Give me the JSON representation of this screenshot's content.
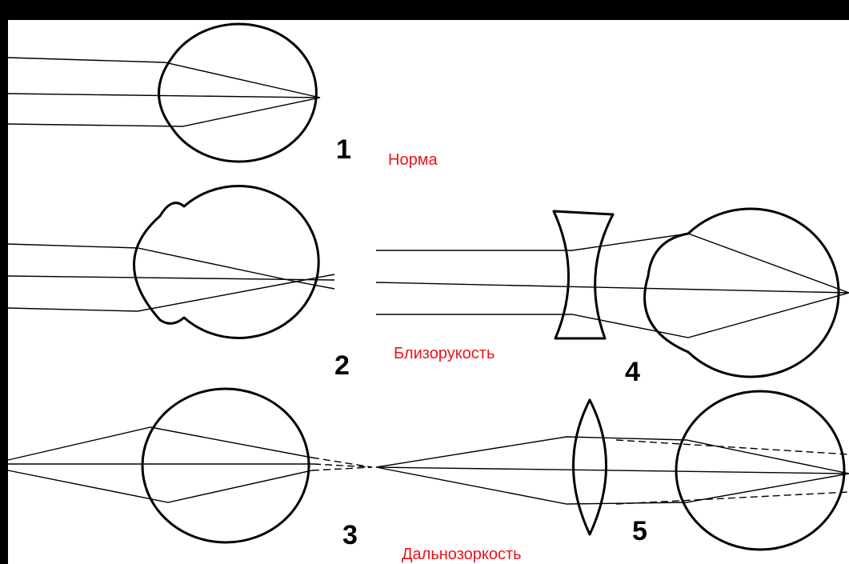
{
  "figure": {
    "background_color": "#000000",
    "panel_color": "#ffffff",
    "label_color": "#e8141b"
  },
  "panels": [
    {
      "id": "1",
      "number": "1",
      "label": "Норма"
    },
    {
      "id": "2",
      "number": "2",
      "label": "Близорукость"
    },
    {
      "id": "3",
      "number": "3",
      "label": "Дальнозоркость"
    },
    {
      "id": "4",
      "number": "4",
      "label": ""
    },
    {
      "id": "5",
      "number": "5",
      "label": ""
    }
  ],
  "lenses": {
    "concave": "concave-lens",
    "convex": "convex-lens"
  }
}
